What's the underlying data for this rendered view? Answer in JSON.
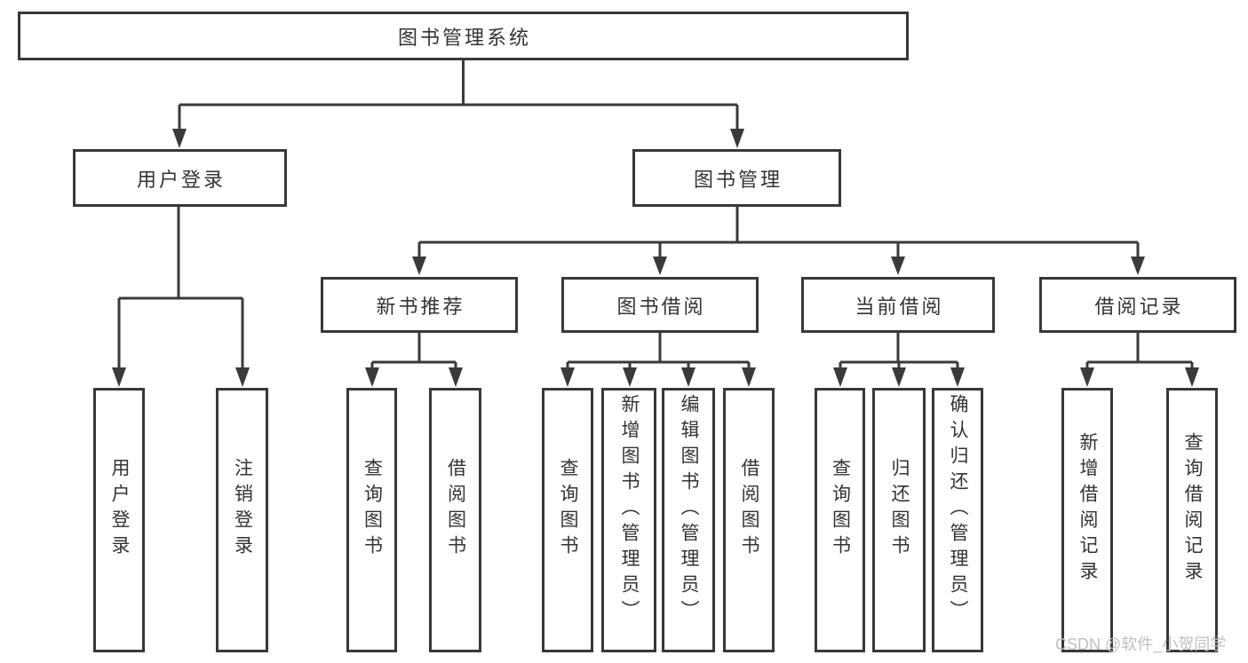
{
  "diagram": {
    "root": "图书管理系统",
    "user_login": {
      "label": "用户登录",
      "children": [
        "用户登录",
        "注销登录"
      ]
    },
    "book_management": {
      "label": "图书管理",
      "children": [
        {
          "label": "新书推荐",
          "children": [
            "查询图书",
            "借阅图书"
          ]
        },
        {
          "label": "图书借阅",
          "children": [
            "查询图书",
            "新增图书（管理员）",
            "编辑图书（管理员）",
            "借阅图书"
          ]
        },
        {
          "label": "当前借阅",
          "children": [
            "查询图书",
            "归还图书",
            "确认归还（管理员）"
          ]
        },
        {
          "label": "借阅记录",
          "children": [
            "新增借阅记录",
            "查询借阅记录"
          ]
        }
      ]
    }
  },
  "watermark": "CSDN @软件_小贺同学",
  "colors": {
    "line": "#3a3a3a",
    "box_border": "#383838",
    "box_fill": "#ffffff",
    "text": "#333333",
    "watermark": "#c0c0c0",
    "background": "#ffffff"
  }
}
